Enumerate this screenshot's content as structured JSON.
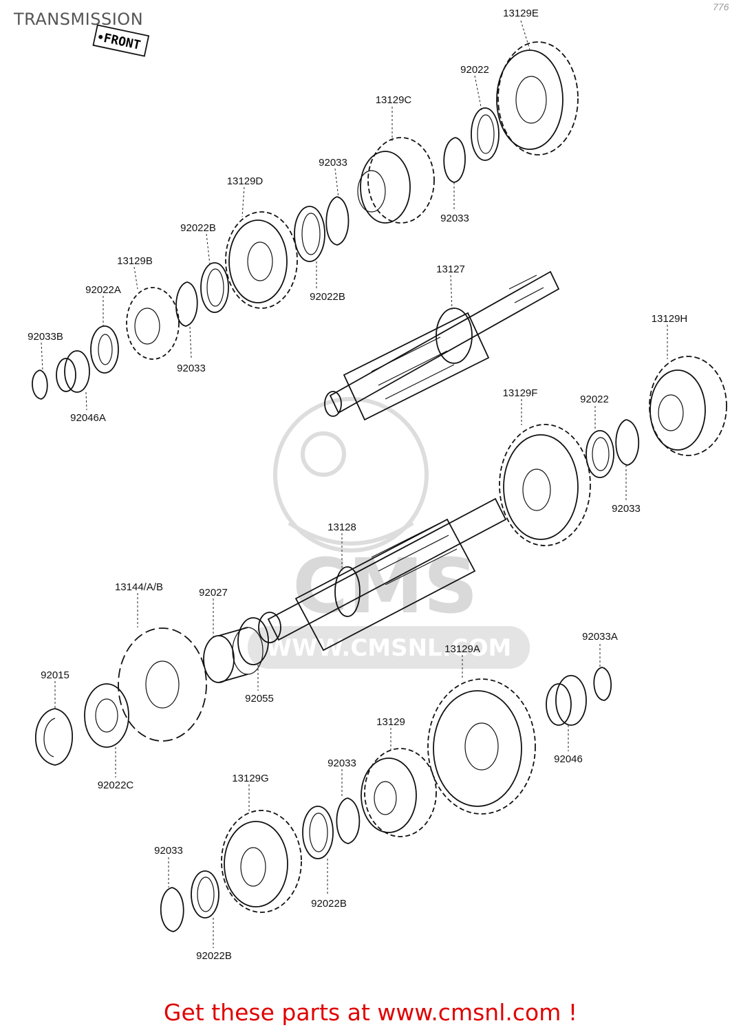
{
  "title": "TRANSMISSION",
  "corner_mark": "776",
  "front_marker": "FRONT",
  "watermark": {
    "logo_text": "CMS",
    "url": "WWW.CMSNL.COM"
  },
  "parts": [
    {
      "label": "13129E"
    },
    {
      "label": "92022"
    },
    {
      "label": "13129C"
    },
    {
      "label": "92033"
    },
    {
      "label": "92033"
    },
    {
      "label": "13129D"
    },
    {
      "label": "92022B"
    },
    {
      "label": "92022B"
    },
    {
      "label": "13129B"
    },
    {
      "label": "92022A"
    },
    {
      "label": "92033B"
    },
    {
      "label": "92033"
    },
    {
      "label": "92046A"
    },
    {
      "label": "13127"
    },
    {
      "label": "13129H"
    },
    {
      "label": "13129F"
    },
    {
      "label": "92022"
    },
    {
      "label": "92033"
    },
    {
      "label": "13128"
    },
    {
      "label": "13144/A/B"
    },
    {
      "label": "92027"
    },
    {
      "label": "92015"
    },
    {
      "label": "92055"
    },
    {
      "label": "92022C"
    },
    {
      "label": "92033A"
    },
    {
      "label": "13129A"
    },
    {
      "label": "92046"
    },
    {
      "label": "13129"
    },
    {
      "label": "92033"
    },
    {
      "label": "13129G"
    },
    {
      "label": "92033"
    },
    {
      "label": "92022B"
    },
    {
      "label": "92022B"
    }
  ],
  "footer": {
    "text": "Get these parts at www.cmsnl.com !"
  }
}
